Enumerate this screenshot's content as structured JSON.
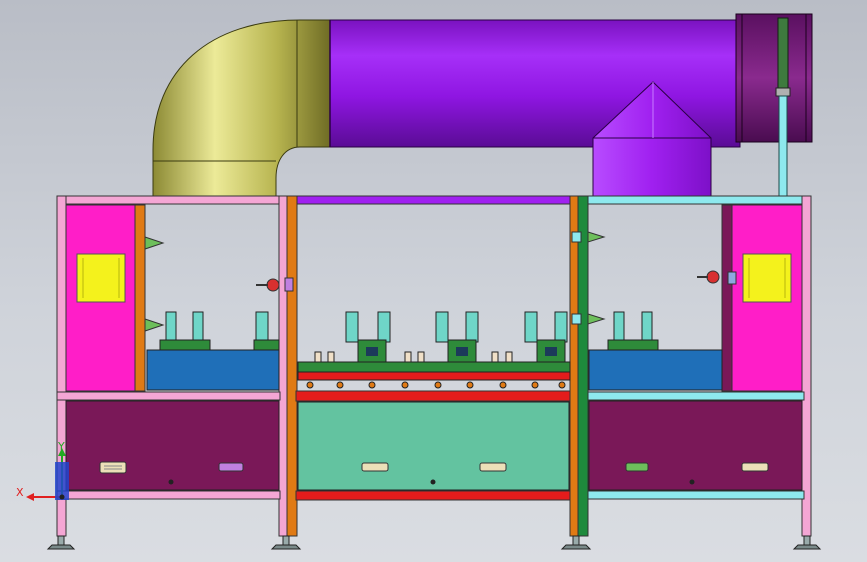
{
  "viewport": {
    "background": "#c6cad1"
  },
  "triad": {
    "x_label": "X",
    "y_label": "Y",
    "x_color": "#e02020",
    "y_color": "#22aa22",
    "z_color": "#2244cc"
  },
  "colors": {
    "elbow": "#b9b556",
    "duct": "#9b16e8",
    "hood": "#a020f0",
    "frame_pink": "#f4a6d4",
    "frame_cyan": "#8ee9ee",
    "frame_purple": "#a020f0",
    "panel_magenta": "#ff1ec8",
    "window_yellow": "#f4f21c",
    "tank_blue": "#1f6fb8",
    "drawer_maroon": "#7a1858",
    "drawer_teal": "#63c3a0",
    "rail_red": "#e41c1c",
    "post_orange": "#e07a14",
    "post_green": "#1e8a3c",
    "fixture_cyan": "#6fd6c8",
    "fixture_green": "#2e8b3a",
    "handle_tan": "#ece0b8"
  },
  "components": [
    "duct-elbow",
    "horizontal-duct",
    "exhaust-hood",
    "duct-damper",
    "machine-frame",
    "electrical-cabinet-left",
    "electrical-cabinet-right",
    "conveyor-line",
    "fixture-stations",
    "drawer-cabinets",
    "leveling-feet"
  ]
}
